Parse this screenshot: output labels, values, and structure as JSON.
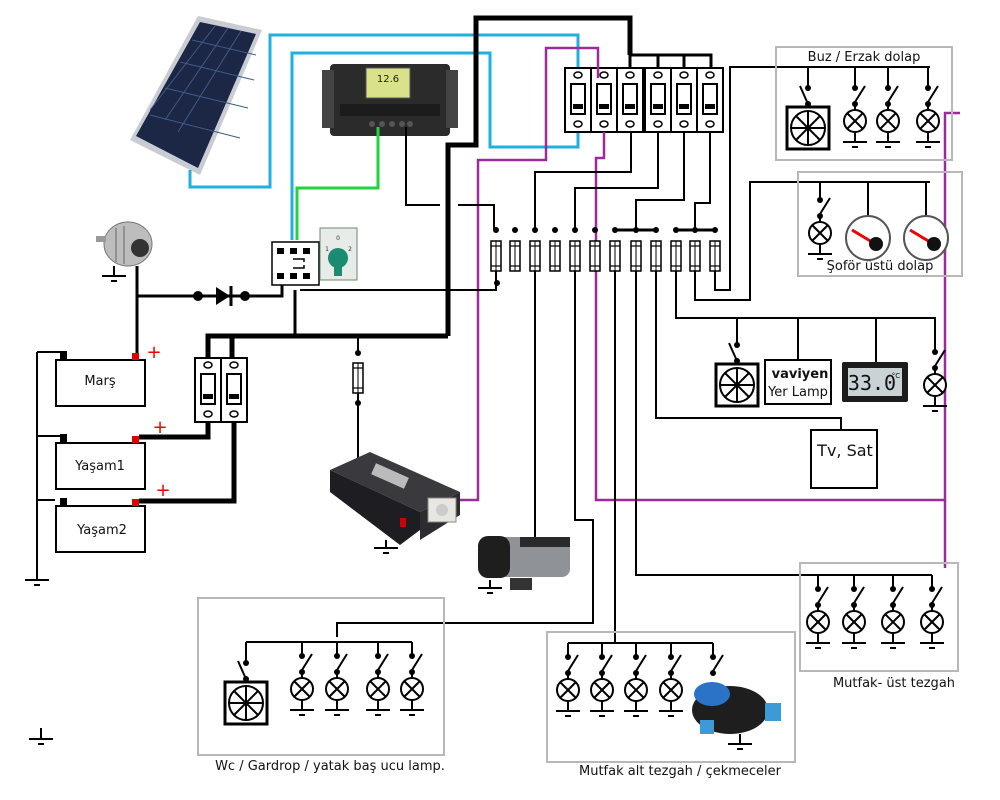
{
  "title": "Karavan 12V elektrik tesisat şeması",
  "colors": {
    "wire": "#000000",
    "solar_wire": "#1fb0e0",
    "controller_wire": "#22d33a",
    "ac_wire": "#9b2b9b",
    "positive_mark": "#e00000",
    "group_border": "#b8b8b8"
  },
  "batteries": [
    {
      "label": "Marş",
      "polarity": "+"
    },
    {
      "label": "Yaşam1",
      "polarity": "+"
    },
    {
      "label": "Yaşam2",
      "polarity": "+"
    }
  ],
  "components": {
    "solar_panel": "solar-panel",
    "charge_controller": {
      "name": "charge-controller",
      "display": "12.6"
    },
    "alternator": "alternator",
    "diode": "diode",
    "relay": "relay",
    "rotary_switch": {
      "name": "battery-selector-switch",
      "positions": [
        "1",
        "0",
        "2"
      ]
    },
    "inverter": "inverter",
    "air_heater": "diesel-air-heater",
    "water_pump": "water-pump",
    "main_breakers": 2,
    "top_breakers": 6,
    "fuses": 12
  },
  "groups": {
    "buz_erzak": {
      "label": "Buz / Erzak dolap",
      "items": [
        "fan",
        "lamp",
        "lamp",
        "lamp"
      ]
    },
    "sofor": {
      "label": "Şoför üstü dolap",
      "items": [
        "lamp",
        "gauge",
        "gauge"
      ]
    },
    "middle": {
      "items": [
        "fan",
        "lamp-box",
        "thermometer",
        "lamp"
      ],
      "lamp_box": {
        "line1": "vaviyen",
        "line2": "Yer Lamp"
      },
      "thermometer": {
        "value": "33.0",
        "unit": "°C"
      }
    },
    "tv": {
      "label": "Tv, Sat"
    },
    "wc": {
      "label": "Wc / Gardrop / yatak baş ucu lamp.",
      "items": [
        "fan",
        "lamp",
        "lamp",
        "lamp",
        "lamp"
      ]
    },
    "mutfak_alt": {
      "label": "Mutfak alt tezgah / çekmeceler",
      "items": [
        "lamp",
        "lamp",
        "lamp",
        "lamp",
        "pump"
      ]
    },
    "mutfak_ust": {
      "label": "Mutfak- üst tezgah",
      "items": [
        "lamp",
        "lamp",
        "lamp",
        "lamp"
      ]
    }
  }
}
